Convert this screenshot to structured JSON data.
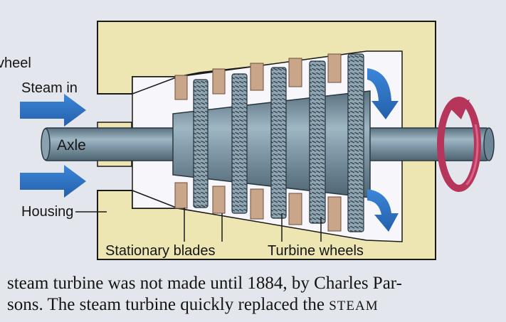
{
  "labels": {
    "wheel_partial": "vheel",
    "steam_in": "Steam in",
    "axle": "Axle",
    "housing": "Housing",
    "stationary_blades": "Stationary blades",
    "turbine_wheels": "Turbine wheels"
  },
  "caption": {
    "line1": "steam turbine was not made until 1884, by Charles Par-",
    "line2_start": "sons. The steam turbine quickly replaced the",
    "line2_end": "STEAM"
  },
  "colors": {
    "housing_fill": "#eee6b2",
    "housing_stroke": "#1a1a1a",
    "rotor_steel": "#7f97a5",
    "stationary_blade": "#c9a68a",
    "steam_arrow": "#2f74c6",
    "rotation_arrow": "#b5365a",
    "background": "#e3e6ec"
  },
  "icons": {
    "steam_in_arrows": "right-arrow-icon",
    "exhaust_arrows": "curved-down-arrow-icon",
    "rotation": "circular-rotation-icon"
  }
}
